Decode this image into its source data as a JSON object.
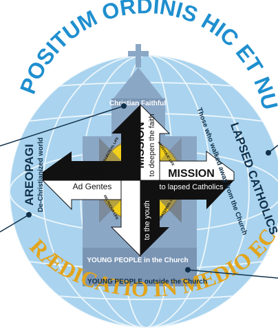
{
  "arc_text": {
    "top": "PROPOSITUM ORDINIS HIC ET NUNC",
    "bottom": "SACRA PRÆDICATIO IN MEDIO ECCLESIAE"
  },
  "labels": {
    "christian_faithful": "Christian Faithful",
    "young_people_in": "YOUNG PEOPLE in the Church",
    "young_people_outside": "YOUNG PEOPLE outside the Church",
    "areopagi_title": "AREOPAGI",
    "areopagi_sub": "De-Christianized world",
    "lapsed_title": "LAPSED CATHOLICS",
    "lapsed_sub": "Those who walked away from the Church"
  },
  "missions": {
    "ad_gentes_title": "MISSIO",
    "ad_gentes_sub": "Ad Gentes",
    "faith_title": "MISSION",
    "faith_sub": "to deepen the faith",
    "lapsed_title": "MISSION",
    "lapsed_sub": "to lapsed Catholics",
    "youth_title": "MISSION",
    "youth_sub": "to the youth"
  },
  "quadrants": {
    "top_left": "INTELLECTUAL LIFE",
    "top_right": "APOSTOLIC LIFE",
    "bottom_left": "RELIGIOUS LIFE",
    "bottom_right": "FRATERNAL LIFE"
  },
  "colors": {
    "circle": "#a9d3ee",
    "church": "#8ba7c6",
    "top_arc": "#1f8fcf",
    "bottom_arc": "#e2a41c",
    "arrow_black": "#111111",
    "arrow_white": "#ffffff",
    "quadrant_yellow": "#f2cf1a"
  }
}
